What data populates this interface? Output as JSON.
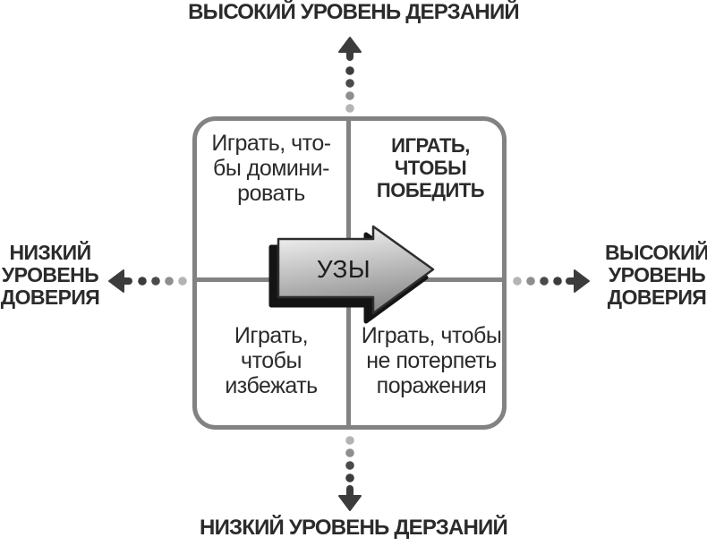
{
  "axis_labels": {
    "top": "ВЫСОКИЙ УРОВЕНЬ ДЕРЗАНИЙ",
    "bottom": "НИЗКИЙ УРОВЕНЬ ДЕРЗАНИЙ",
    "left": {
      "lines": [
        "НИЗКИЙ",
        "УРОВЕНЬ",
        "ДОВЕРИЯ"
      ]
    },
    "right": {
      "lines": [
        "ВЫСОКИЙ",
        "УРОВЕНЬ",
        "ДОВЕРИЯ"
      ]
    }
  },
  "quadrants": {
    "top_left": {
      "lines": [
        "Играть, что-",
        "бы домини-",
        "ровать"
      ]
    },
    "top_right": {
      "lines": [
        "ИГРАТЬ,",
        "ЧТОБЫ",
        "ПОБЕДИТЬ"
      ]
    },
    "bottom_left": {
      "lines": [
        "Играть,",
        "чтобы",
        "избежать"
      ]
    },
    "bottom_right": {
      "lines": [
        "Играть, чтобы",
        "не потерпеть",
        "поражения"
      ]
    }
  },
  "center_arrow": {
    "label": "УЗЫ"
  },
  "colors": {
    "text": "#2b2b2b",
    "frame": "#828282",
    "arrow_shadow": "#141414",
    "arrow_outline": "#2e2e2e",
    "arrow_body_light": "#fbfbfb",
    "arrow_body_dark": "#8f8f8f",
    "arrow_label_color": "#1d1d1d",
    "dot_dark": "#3c3c3c",
    "dot_mid_dark": "#4a4a4a",
    "dot_mid_light": "#8e8e8e",
    "dot_light": "#b4b4b4"
  }
}
